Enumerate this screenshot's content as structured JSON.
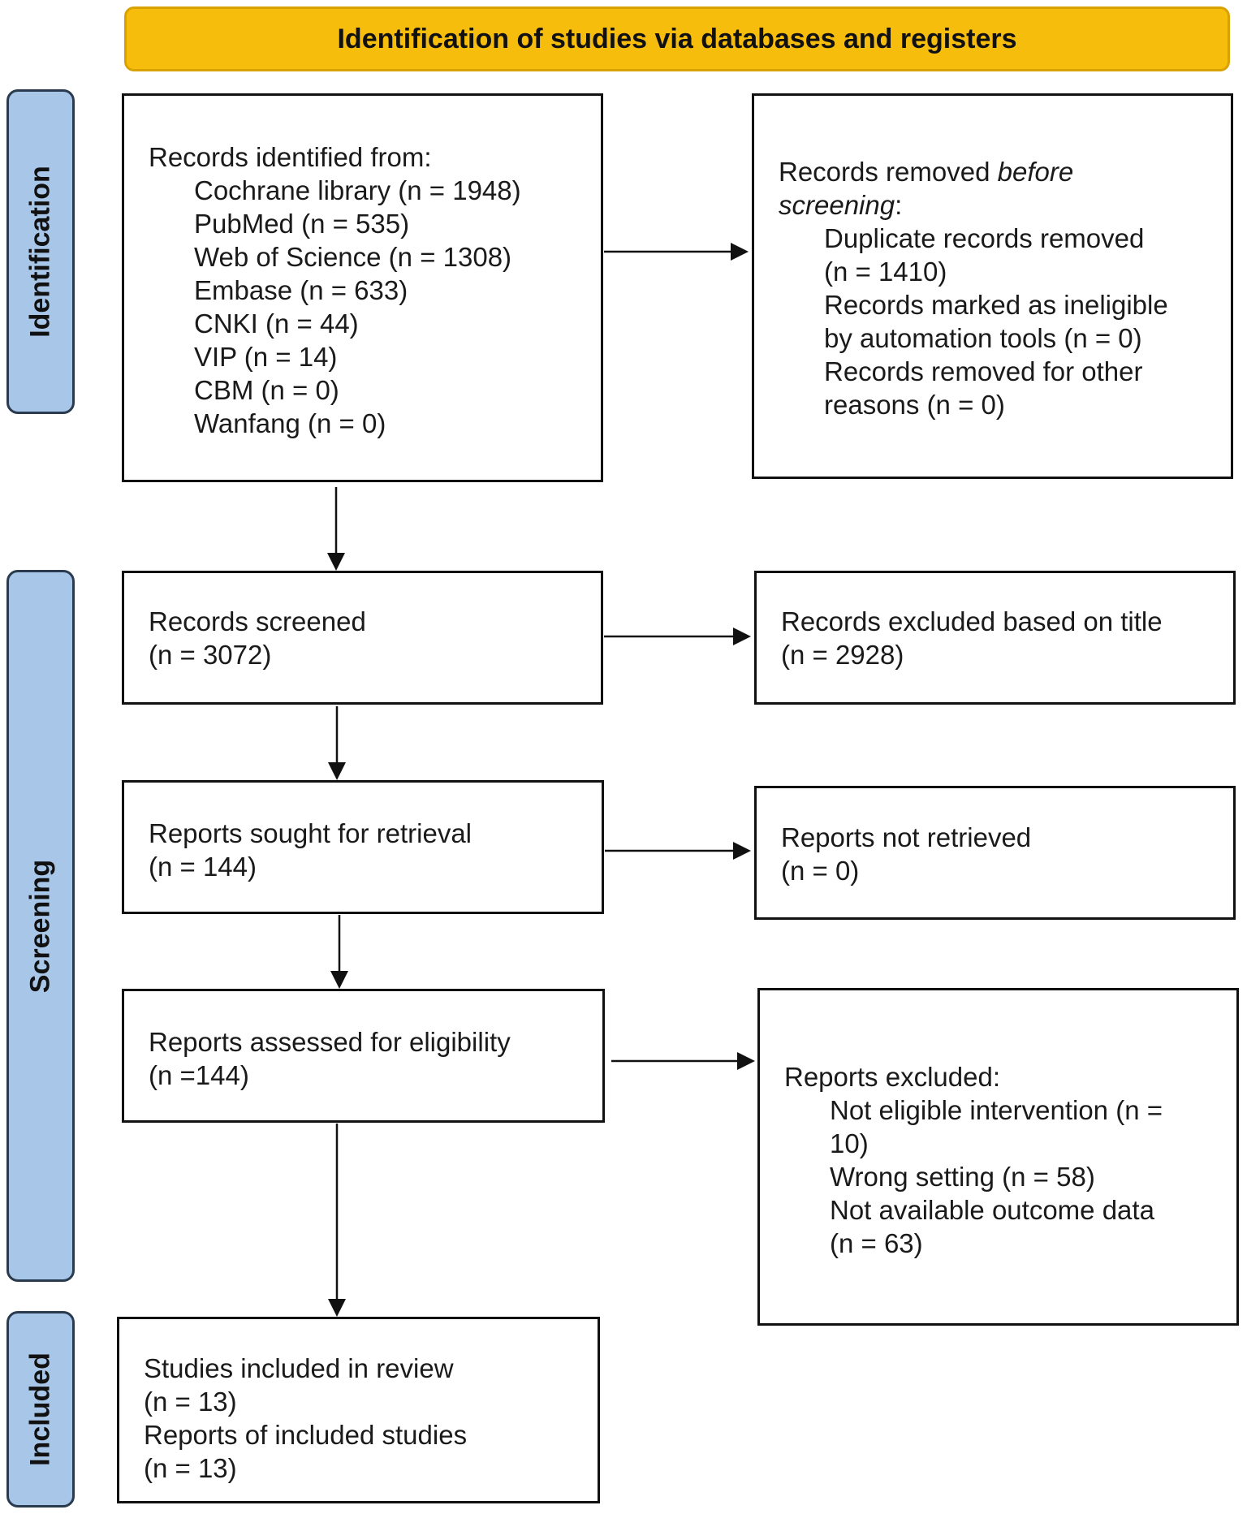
{
  "header": {
    "title": "Identification of studies via databases and registers"
  },
  "phases": {
    "identification": "Identification",
    "screening": "Screening",
    "included": "Included"
  },
  "identified": {
    "heading": "Records identified from:",
    "sources": [
      "Cochrane library (n = 1948)",
      "PubMed (n = 535)",
      "Web of Science (n = 1308)",
      "Embase (n = 633)",
      "CNKI (n = 44)",
      "VIP (n = 14)",
      "CBM (n = 0)",
      "Wanfang (n = 0)"
    ]
  },
  "removed": {
    "heading_prefix": "Records removed ",
    "heading_em1": "before",
    "heading_em2": "screening",
    "heading_suffix": ":",
    "lines": [
      "Duplicate records removed",
      "(n = 1410)",
      "Records marked as ineligible",
      "by automation tools (n = 0)",
      "Records removed for other",
      "reasons (n = 0)"
    ]
  },
  "screened": {
    "label": "Records screened",
    "n": "(n = 3072)"
  },
  "excluded_title": {
    "label": "Records excluded based on title",
    "n": "(n = 2928)"
  },
  "sought": {
    "label": "Reports sought for retrieval",
    "n": "(n = 144)"
  },
  "not_retrieved": {
    "label": "Reports not retrieved",
    "n": "(n = 0)"
  },
  "assessed": {
    "label": "Reports assessed for eligibility",
    "n": "(n =144)"
  },
  "reports_excluded": {
    "heading": "Reports excluded:",
    "lines": [
      "Not eligible intervention (n =",
      "10)",
      "Wrong setting (n = 58)",
      "Not available outcome data",
      "(n = 63)"
    ]
  },
  "included": {
    "lines": [
      "Studies included in review",
      "(n = 13)",
      "Reports of included studies",
      "(n = 13)"
    ]
  }
}
